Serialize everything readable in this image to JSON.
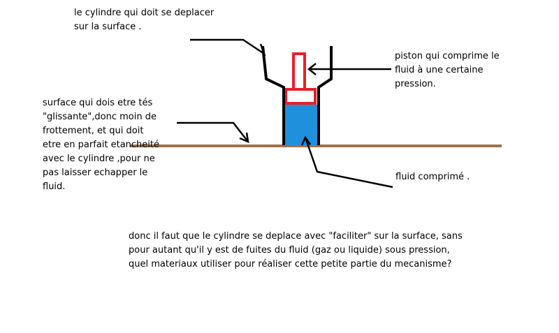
{
  "labels": {
    "cylinder": "le cylindre qui doit se deplacer\nsur la surface .",
    "piston": "piston qui comprime le\nfluid à une certaine\npression.",
    "surface": "    surface qui dois etre tés\n\"glissante\",donc moin de\nfrottement, et qui  doit\netre en parfait etancheité\navec le cylindre ,pour ne\npas laisser echapper le\nfluid.",
    "fluid": "fluid comprimé .",
    "question": "donc il faut que le cylindre se deplace avec \"faciliter\" sur la surface, sans\npour autant qu'il y est de fuites du fluid (gaz ou liquide) sous pression,\nquel materiaux utiliser  pour réaliser cette petite partie du mecanisme?"
  },
  "colors": {
    "surface": "#a0704c",
    "fluid": "#1e90dc",
    "piston": "#e8202a",
    "outline": "#000000"
  }
}
